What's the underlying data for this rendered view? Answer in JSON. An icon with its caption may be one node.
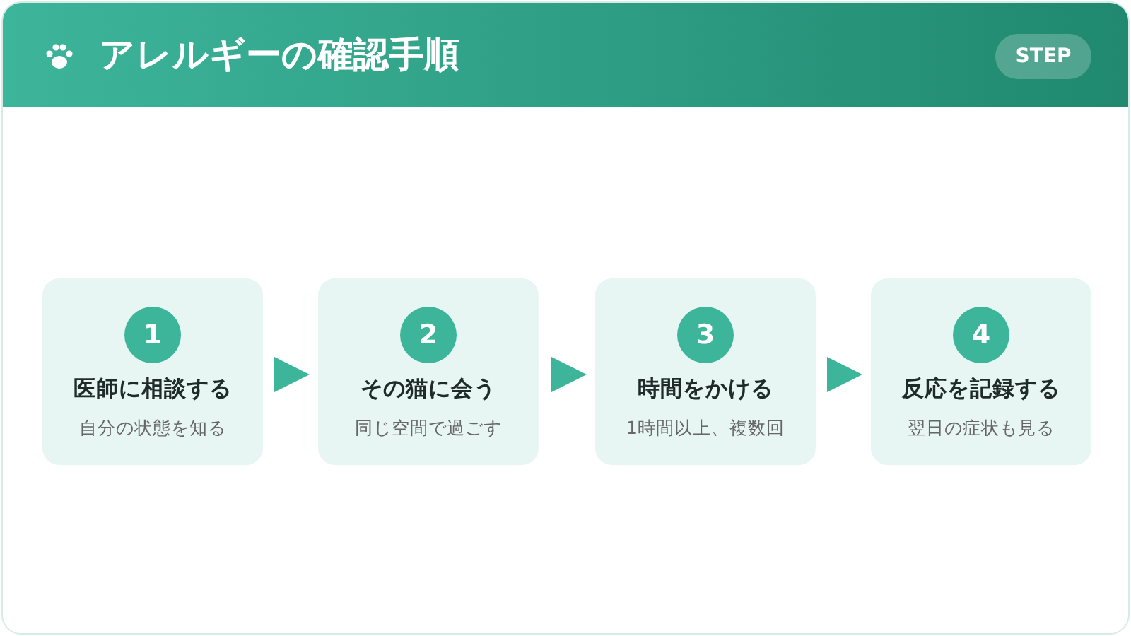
{
  "diagram": {
    "title": "アレルギーの確認手順",
    "nodes": [
      {
        "text": [
          "1",
          "医師に相談する",
          "自分の状態を知る"
        ]
      },
      {
        "text": [
          "2",
          "その猫に会う",
          "同じ空間で過ごす"
        ]
      },
      {
        "text": [
          "3",
          "時間をかける",
          "1時間以上、複数回"
        ]
      },
      {
        "text": [
          "4",
          "反応を記録する",
          "翌日の症状も見る"
        ]
      }
    ],
    "edges": [
      {
        "from": 0,
        "to": 1,
        "arrow": "to"
      },
      {
        "from": 1,
        "to": 2,
        "arrow": "to"
      },
      {
        "from": 2,
        "to": 3,
        "arrow": "to"
      }
    ],
    "labels": [
      "STEP"
    ]
  }
}
